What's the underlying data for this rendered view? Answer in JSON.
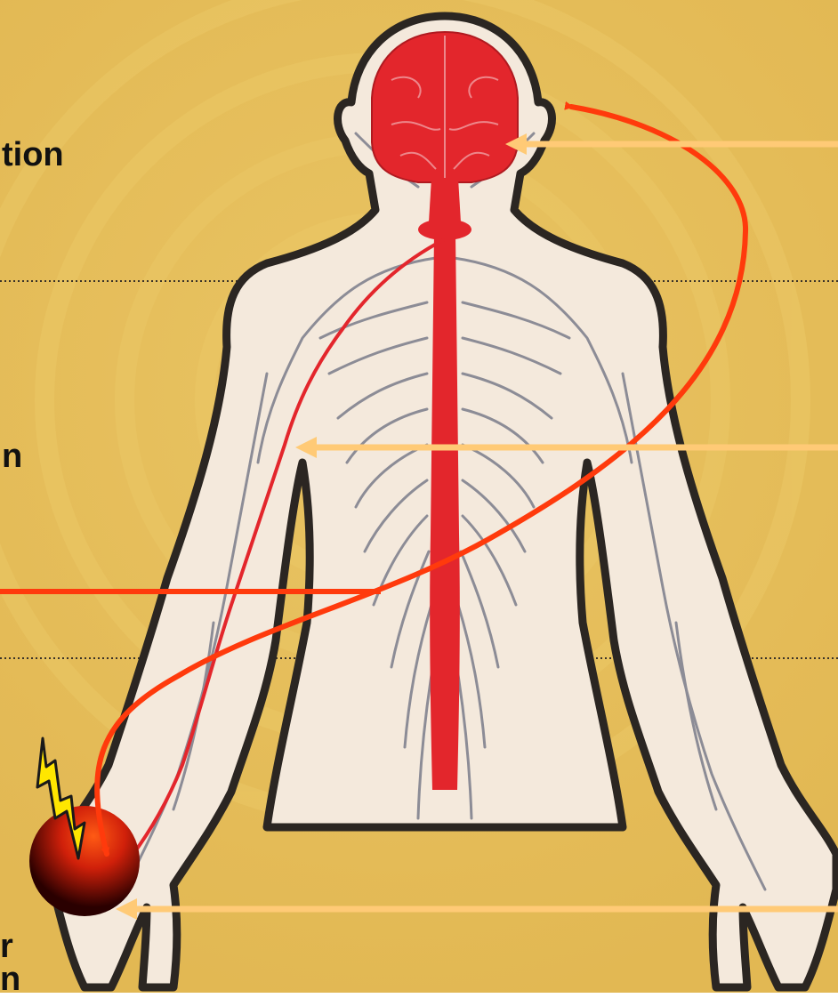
{
  "labels": {
    "fragment_1": "tion",
    "fragment_2": "n",
    "fragment_3": "r",
    "fragment_4": "n"
  },
  "colors": {
    "background": "#e6be58",
    "skin": "#f4e9dc",
    "outline": "#2b2622",
    "nervous_system": "#e3262c",
    "nerve_branches": "#8c8c96",
    "signal_path": "#ff3a0c",
    "pointer_arrows": "#ffca76",
    "divider": "#3a3228"
  }
}
